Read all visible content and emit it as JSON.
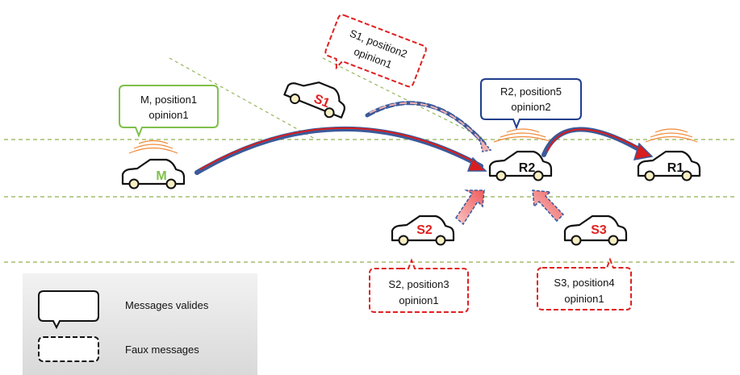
{
  "colors": {
    "road_line": "#8fb050",
    "valid_bubble_master": "#7fc04a",
    "valid_bubble_relay": "#1f3e8c",
    "fake_bubble": "#e02020",
    "arrow_body": "#3b5a9a",
    "arrow_red": "#d81e1e",
    "signal": "#f08a3a",
    "label_master": "#7fc04a",
    "label_fake": "#e02020",
    "label_relay": "#111111"
  },
  "cars": {
    "master": {
      "label": "M",
      "icon": "car-icon"
    },
    "relay2": {
      "label": "R2",
      "icon": "car-icon"
    },
    "relay1": {
      "label": "R1",
      "icon": "car-icon"
    },
    "sybil1": {
      "label": "S1",
      "icon": "car-icon"
    },
    "sybil2": {
      "label": "S2",
      "icon": "car-icon"
    },
    "sybil3": {
      "label": "S3",
      "icon": "car-icon"
    }
  },
  "bubbles": {
    "master": {
      "line1": "M, position1",
      "line2": "opinion1",
      "kind": "valid"
    },
    "relay2": {
      "line1": "R2, position5",
      "line2": "opinion2",
      "kind": "valid"
    },
    "sybil1": {
      "line1": "S1, position2",
      "line2": "opinion1",
      "kind": "fake"
    },
    "sybil2": {
      "line1": "S2, position3",
      "line2": "opinion1",
      "kind": "fake"
    },
    "sybil3": {
      "line1": "S3, position4",
      "line2": "opinion1",
      "kind": "fake"
    }
  },
  "legend": {
    "valid_label": "Messages valides",
    "fake_label": "Faux messages"
  }
}
